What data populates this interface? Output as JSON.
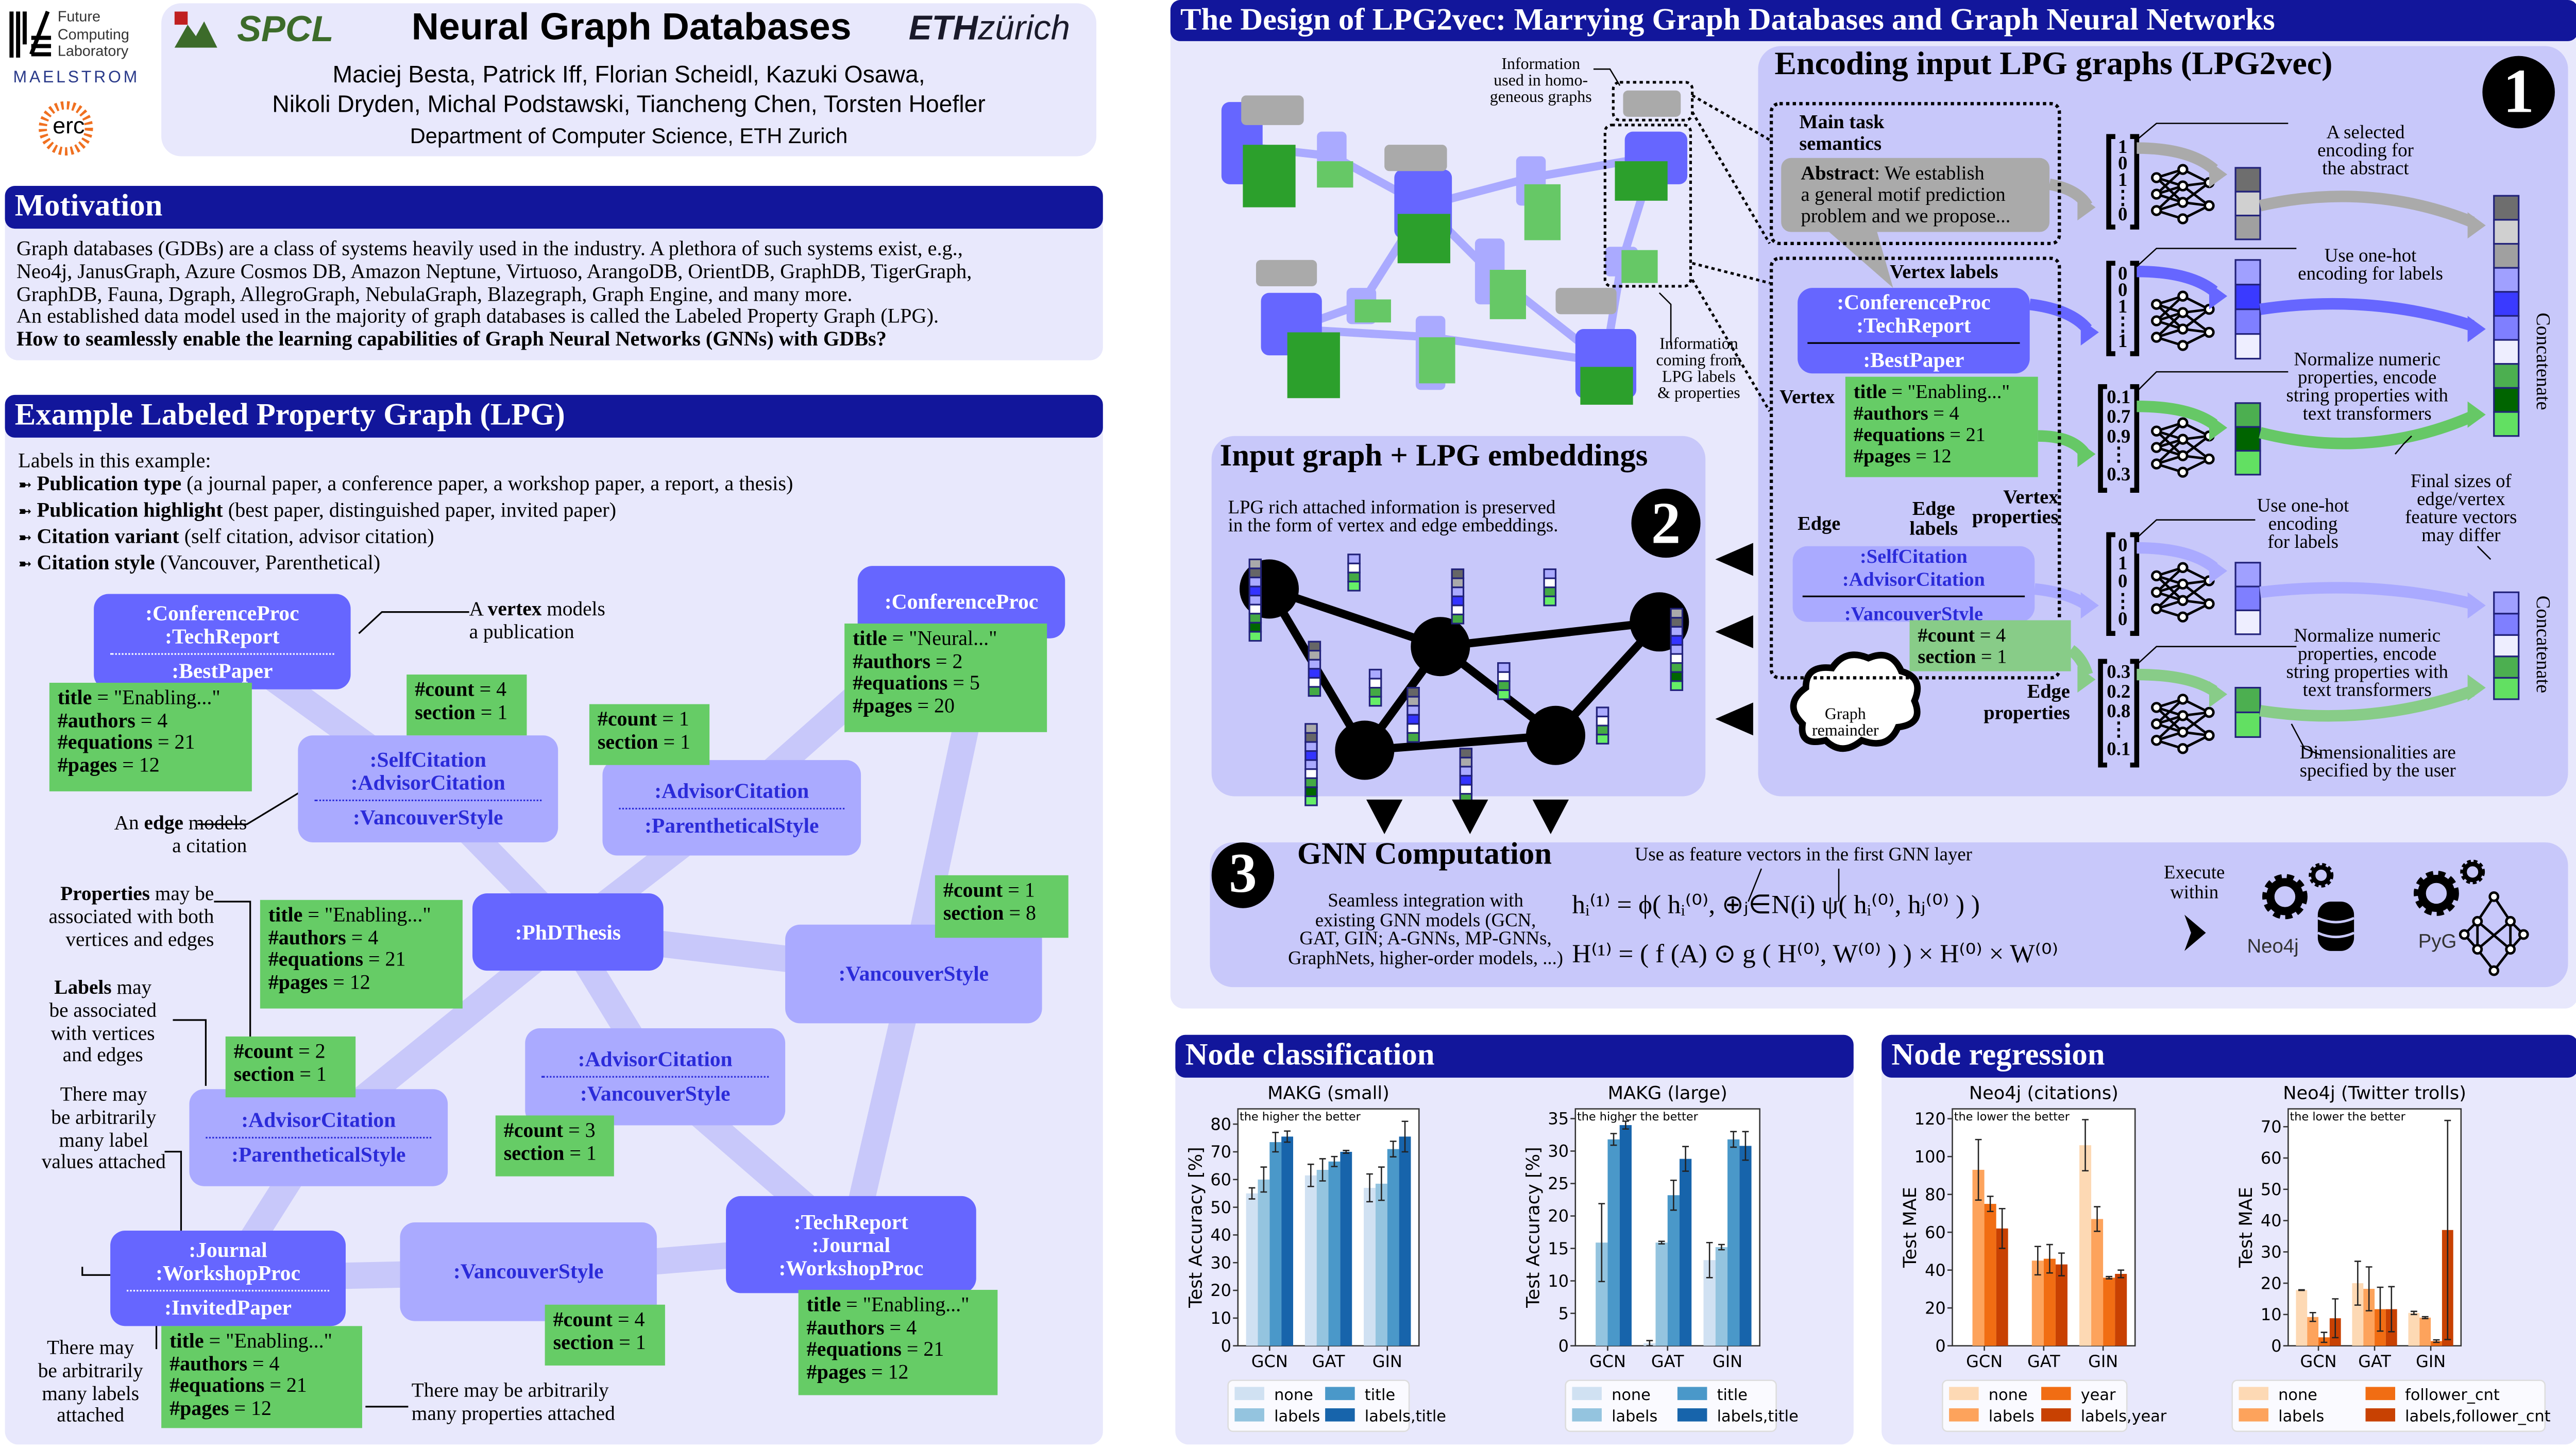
{
  "header": {
    "title": "Neural Graph Databases",
    "authors_line1": "Maciej Besta, Patrick Iff, Florian Scheidl, Kazuki Osawa,",
    "authors_line2": "Nikoli Dryden, Michal Podstawski, Tiancheng Chen, Torsten Hoefler",
    "affiliation": "Department of Computer Science, ETH Zurich",
    "logos": {
      "fcl": [
        "Future",
        "Computing",
        "Laboratory"
      ],
      "maelstrom": "MAELSTROM",
      "erc": "erc",
      "spcl": "SPCL",
      "eth": "ETH",
      "eth_rest": "zürich"
    }
  },
  "motivation": {
    "heading": "Motivation",
    "lines": [
      "Graph databases (GDBs) are a class of systems heavily used in the industry. A plethora of such systems exist, e.g.,",
      "Neo4j, JanusGraph, Azure Cosmos DB, Amazon Neptune, Virtuoso, ArangoDB, OrientDB, GraphDB, TigerGraph,",
      "GraphDB, Fauna, Dgraph, AllegroGraph, NebulaGraph, Blazegraph, Graph Engine, and many more.",
      "An established data model used in the majority of graph databases is called the Labeled Property Graph (LPG)."
    ],
    "question": "How to seamlessly enable the learning capabilities of Graph Neural Networks (GNNs) with GDBs?"
  },
  "lpg": {
    "heading": "Example Labeled Property Graph (LPG)",
    "intro": "Labels in this example:",
    "bullet_icon": "➼",
    "bullets": [
      [
        "",
        "Publication type",
        " (a journal paper, a conference paper, a workshop paper, a report, a thesis)"
      ],
      [
        "",
        "Publication highlight",
        " (best paper, distinguished paper, invited paper)"
      ],
      [
        "",
        "Citation variant",
        " (self citation, advisor citation)"
      ],
      [
        "",
        "Citation style",
        " (Vancouver, Parenthetical)"
      ]
    ],
    "vertices": [
      {
        "top": [
          ":ConferenceProc",
          ":TechReport"
        ],
        "bottom": [
          ":BestPaper"
        ]
      },
      {
        "top": [
          ":ConferenceProc"
        ],
        "bottom": []
      },
      {
        "top": [
          ":PhDThesis"
        ],
        "bottom": []
      },
      {
        "top": [
          ":Journal",
          ":WorkshopProc"
        ],
        "bottom": [
          ":InvitedPaper"
        ]
      },
      {
        "top": [
          ":TechReport",
          ":Journal",
          ":WorkshopProc"
        ],
        "bottom": []
      }
    ],
    "edges": [
      {
        "top": [
          ":SelfCitation",
          ":AdvisorCitation"
        ],
        "bottom": [
          ":VancouverStyle"
        ]
      },
      {
        "top": [
          ":AdvisorCitation"
        ],
        "bottom": [
          ":ParentheticalStyle"
        ]
      },
      {
        "top": [
          ":VancouverStyle"
        ],
        "bottom": []
      },
      {
        "top": [
          ":AdvisorCitation"
        ],
        "bottom": [
          ":VancouverStyle"
        ]
      },
      {
        "top": [
          ":AdvisorCitation"
        ],
        "bottom": [
          ":ParentheticalStyle"
        ]
      },
      {
        "top": [
          ":VancouverStyle"
        ],
        "bottom": []
      }
    ],
    "properties": [
      [
        [
          "title",
          " = \"Enabling...\""
        ],
        [
          "#authors",
          " = 4"
        ],
        [
          "#equations",
          " = 21"
        ],
        [
          "#pages",
          " = 12"
        ]
      ],
      [
        [
          "#count",
          " = 4"
        ],
        [
          "section",
          " = 1"
        ]
      ],
      [
        [
          "#count",
          " = 1"
        ],
        [
          "section",
          " = 1"
        ]
      ],
      [
        [
          "title",
          " = \"Neural...\""
        ],
        [
          "#authors",
          " = 2"
        ],
        [
          "#equations",
          " = 5"
        ],
        [
          "#pages",
          " = 20"
        ]
      ],
      [
        [
          "#count",
          " = 1"
        ],
        [
          "section",
          " = 8"
        ]
      ],
      [
        [
          "title",
          " = \"Enabling...\""
        ],
        [
          "#authors",
          " = 4"
        ],
        [
          "#equations",
          " = 21"
        ],
        [
          "#pages",
          " = 12"
        ]
      ],
      [
        [
          "#count",
          " = 2"
        ],
        [
          "section",
          " = 1"
        ]
      ],
      [
        [
          "#count",
          " = 3"
        ],
        [
          "section",
          " = 1"
        ]
      ],
      [
        [
          "#count",
          " = 4"
        ],
        [
          "section",
          " = 1"
        ]
      ],
      [
        [
          "title",
          " = \"Enabling...\""
        ],
        [
          "#authors",
          " = 4"
        ],
        [
          "#equations",
          " = 21"
        ],
        [
          "#pages",
          " = 12"
        ]
      ],
      [
        [
          "title",
          " = \"Enabling...\""
        ],
        [
          "#authors",
          " = 4"
        ],
        [
          "#equations",
          " = 21"
        ],
        [
          "#pages",
          " = 12"
        ]
      ]
    ],
    "annotations": [
      [
        [
          "A ",
          "vertex",
          " models"
        ],
        [
          "a publication"
        ]
      ],
      [
        [
          "An ",
          "edge",
          " models"
        ],
        [
          "a citation"
        ]
      ],
      [
        [
          "",
          "Properties",
          " may be"
        ],
        [
          "associated with both"
        ],
        [
          "vertices and edges"
        ]
      ],
      [
        [
          "",
          "Labels",
          " may"
        ],
        [
          "be associated"
        ],
        [
          "with vertices"
        ],
        [
          "and edges"
        ]
      ],
      [
        [
          "There may"
        ],
        [
          "be arbitrarily"
        ],
        [
          "many label"
        ],
        [
          "values attached"
        ]
      ],
      [
        [
          "There may"
        ],
        [
          "be arbitrarily"
        ],
        [
          "many labels"
        ],
        [
          "attached"
        ]
      ],
      [
        [
          "There may be arbitrarily"
        ],
        [
          "many properties attached"
        ]
      ]
    ]
  },
  "design": {
    "heading": "The Design of LPG2vec: Marrying Graph Databases and Graph Neural Networks",
    "note_homogeneous": [
      "Information",
      "used in homo-",
      "geneous graphs"
    ],
    "note_lpg": [
      "Information",
      "coming from",
      "LPG labels",
      "& properties"
    ],
    "encoding": {
      "title": "Encoding input LPG graphs (LPG2vec)",
      "badge": "1",
      "main_task": [
        "Main task",
        "semantics"
      ],
      "abstract_bold": "Abstract",
      "abstract_lines": [
        ": We establish",
        "a general motif prediction",
        "problem and we propose..."
      ],
      "vertex_labels_caption": "Vertex labels",
      "vertex_caption": "Vertex",
      "edge_caption": "Edge",
      "edge_labels_caption": [
        "Edge",
        "labels"
      ],
      "vertex_props_caption": [
        "Vertex",
        "properties"
      ],
      "edge_props_caption": [
        "Edge",
        "properties"
      ],
      "vertex_box": {
        "top": [
          ":ConferenceProc",
          ":TechReport"
        ],
        "bottom": [
          ":BestPaper"
        ]
      },
      "vertex_props": [
        [
          "title",
          " = \"Enabling...\""
        ],
        [
          "#authors",
          " = 4"
        ],
        [
          "#equations",
          " = 21"
        ],
        [
          "#pages",
          " = 12"
        ]
      ],
      "edge_box": {
        "top": [
          ":SelfCitation",
          ":AdvisorCitation"
        ],
        "bottom": [
          ":VancouverStyle"
        ]
      },
      "edge_props": [
        [
          "#count",
          " = 4"
        ],
        [
          "section",
          " = 1"
        ]
      ],
      "cloud": [
        "Graph",
        "remainder"
      ],
      "vectors": [
        [
          "1",
          "0",
          "1",
          "⋮",
          "0"
        ],
        [
          "0",
          "0",
          "1",
          "⋮",
          "1"
        ],
        [
          "0.1",
          "0.7",
          "0.9",
          "⋮",
          "0.3"
        ],
        [
          "0",
          "1",
          "0",
          "⋮",
          "0"
        ],
        [
          "0.3",
          "0.2",
          "0.8",
          "⋮",
          "0.1"
        ]
      ],
      "notes": {
        "abstract": [
          "A selected",
          "encoding for",
          "the abstract"
        ],
        "onehot_vertex": [
          "Use one-hot",
          "encoding for labels"
        ],
        "normalize_vertex": [
          "Normalize numeric",
          "properties, encode",
          "string properties with",
          "text transformers"
        ],
        "final_sizes": [
          "Final sizes of",
          "edge/vertex",
          "feature vectors",
          "may differ"
        ],
        "onehot_edge": [
          "Use one-hot",
          "encoding",
          "for labels"
        ],
        "normalize_edge": [
          "Normalize numeric",
          "properties, encode",
          "string properties with",
          "text transformers"
        ],
        "dims": [
          "Dimensionalities are",
          "specified by the user"
        ]
      },
      "concatenate": "Concatenate",
      "embedding_colors": {
        "abstract": [
          "#6e6e6e",
          "#d0d0d0",
          "#a0a0a0"
        ],
        "vertex_labels": [
          "#a0a0ff",
          "#3a3aff",
          "#7f7fff",
          "#eeeeff"
        ],
        "vertex_props": [
          "#4caf50",
          "#006400",
          "#62e062"
        ],
        "edge_labels": [
          "#a0a0ff",
          "#7f7fff",
          "#eeeeff"
        ],
        "edge_props": [
          "#4caf50",
          "#62e062"
        ]
      }
    },
    "input_graph": {
      "title": "Input graph + LPG embeddings",
      "badge": "2",
      "desc": [
        "LPG rich attached information is preserved",
        "in the form of vertex and edge embeddings."
      ]
    },
    "gnn": {
      "badge": "3",
      "title": "GNN Computation",
      "feature_note": "Use as feature vectors in the first GNN layer",
      "desc": [
        "Seamless integration with",
        "existing GNN models (GCN,",
        "GAT, GIN; A-GNNs, MP-GNNs,",
        "GraphNets, higher-order models, ...)"
      ],
      "formula1": "hᵢ⁽¹⁾ = ϕ( hᵢ⁽⁰⁾, ⊕ⱼ∈N(i) ψ( hᵢ⁽⁰⁾, hⱼ⁽⁰⁾ ) )",
      "formula2": "H⁽¹⁾ = ( f (A) ⊙ g ( H⁽⁰⁾, W⁽⁰⁾ ) ) × H⁽⁰⁾ × W⁽⁰⁾",
      "execute": [
        "Execute",
        "within"
      ],
      "neo4j": "Neo4j",
      "pyg": "PyG"
    }
  },
  "node_classification": {
    "heading": "Node classification"
  },
  "node_regression": {
    "heading": "Node regression"
  },
  "chart_data": [
    {
      "type": "bar",
      "title": "MAKG (small)",
      "note": "the higher the better",
      "ylabel": "Test Accuracy [%]",
      "xlabel": "",
      "categories": [
        "GCN",
        "GAT",
        "GIN"
      ],
      "ylim": [
        0,
        85.5
      ],
      "yticks": [
        0,
        10,
        20,
        30,
        40,
        50,
        60,
        70,
        80
      ],
      "series": [
        {
          "name": "none",
          "color": "#d0e1f2",
          "values": [
            55,
            61.5,
            57
          ],
          "errors": [
            2,
            4,
            5
          ]
        },
        {
          "name": "labels",
          "color": "#94c4df",
          "values": [
            60,
            63.5,
            58.5
          ],
          "errors": [
            4.5,
            4,
            6
          ]
        },
        {
          "name": "title",
          "color": "#4a98c9",
          "values": [
            73.5,
            66.5,
            71
          ],
          "errors": [
            3.5,
            1.8,
            2.8
          ]
        },
        {
          "name": "labels,title",
          "color": "#1764ab",
          "values": [
            75.5,
            70,
            75.5
          ],
          "errors": [
            2,
            0.5,
            5.5
          ]
        }
      ]
    },
    {
      "type": "bar",
      "title": "MAKG (large)",
      "note": "the higher the better",
      "ylabel": "Test Accuracy [%]",
      "xlabel": "",
      "categories": [
        "GCN",
        "GAT",
        "GIN"
      ],
      "ylim": [
        0,
        36.5
      ],
      "yticks": [
        0,
        5,
        10,
        15,
        20,
        25,
        30,
        35
      ],
      "series": [
        {
          "name": "none",
          "color": "#d0e1f2",
          "values": [
            0,
            0.4,
            13.2
          ],
          "errors": [
            0,
            0.4,
            2.7
          ]
        },
        {
          "name": "labels",
          "color": "#94c4df",
          "values": [
            15.9,
            15.9,
            15.2
          ],
          "errors": [
            6,
            0.2,
            0.4
          ]
        },
        {
          "name": "title",
          "color": "#4a98c9",
          "values": [
            31.8,
            23.2,
            31.8
          ],
          "errors": [
            0.9,
            2.3,
            1.2
          ]
        },
        {
          "name": "labels,title",
          "color": "#1764ab",
          "values": [
            34,
            28.8,
            30.8
          ],
          "errors": [
            0.6,
            1.9,
            2.2
          ]
        }
      ]
    },
    {
      "type": "bar",
      "title": "Neo4j (citations)",
      "note": "the lower the better",
      "ylabel": "Test MAE",
      "xlabel": "",
      "categories": [
        "GCN",
        "GAT",
        "GIN"
      ],
      "ylim": [
        0,
        125.2
      ],
      "yticks": [
        0,
        20,
        40,
        60,
        80,
        100,
        120
      ],
      "series": [
        {
          "name": "none",
          "color": "#fdd9b4",
          "values": [
            null,
            null,
            106
          ],
          "errors": [
            0,
            0,
            13.5
          ]
        },
        {
          "name": "labels",
          "color": "#fda35c",
          "values": [
            93,
            45,
            67
          ],
          "errors": [
            16,
            7.5,
            6.5
          ]
        },
        {
          "name": "year",
          "color": "#f16d13",
          "values": [
            75,
            46,
            36
          ],
          "errors": [
            4,
            7.5,
            0.6
          ]
        },
        {
          "name": "labels,year",
          "color": "#c84102",
          "values": [
            62,
            43,
            38
          ],
          "errors": [
            10.5,
            6,
            2
          ]
        }
      ]
    },
    {
      "type": "bar",
      "title": "Neo4j (Twitter trolls)",
      "note": "the lower the better",
      "ylabel": "Test MAE",
      "xlabel": "",
      "categories": [
        "GCN",
        "GAT",
        "GIN"
      ],
      "ylim": [
        0,
        75.7
      ],
      "yticks": [
        0,
        10,
        20,
        30,
        40,
        50,
        60,
        70
      ],
      "series": [
        {
          "name": "none",
          "color": "#fdd9b4",
          "values": [
            17.8,
            20,
            10.5
          ],
          "errors": [
            0.1,
            7,
            0.5
          ]
        },
        {
          "name": "labels",
          "color": "#fda35c",
          "values": [
            9.2,
            18.2,
            9
          ],
          "errors": [
            1.4,
            7,
            0.3
          ]
        },
        {
          "name": "follower_cnt",
          "color": "#f16d13",
          "values": [
            2.7,
            11.7,
            1.5
          ],
          "errors": [
            1.6,
            7,
            0.4
          ]
        },
        {
          "name": "labels,follower_cnt",
          "color": "#c84102",
          "values": [
            8.8,
            11.7,
            37
          ],
          "errors": [
            6.2,
            7.2,
            35
          ]
        }
      ]
    }
  ]
}
